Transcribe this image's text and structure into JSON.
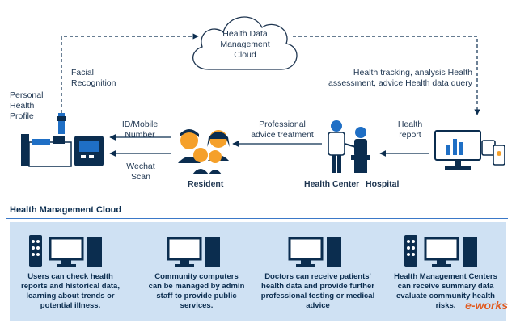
{
  "cloud": {
    "label": "Health Data\nManagement\nCloud"
  },
  "labels": {
    "facial": "Facial\nRecognition",
    "personal": "Personal\nHealth\nProfile",
    "tracking": "Health tracking, analysis Health\nassessment, advice Health data query",
    "id_mobile": "ID/Mobile\nNumber",
    "wechat": "Wechat\nScan",
    "professional": "Professional\nadvice treatment",
    "health_report": "Health\nreport",
    "resident": "Resident",
    "health_center": "Health Center",
    "hospital": "Hospital"
  },
  "section": {
    "title": "Health Management Cloud"
  },
  "cards": [
    {
      "text": "Users can check health\nreports and historical data,\nlearning about trends or\npotential illness."
    },
    {
      "text": "Community computers\ncan be managed by admin\nstaff to provide public\nservices."
    },
    {
      "text": "Doctors can receive patients'\nhealth data and provide further\nprofessional testing or medical\nadvice"
    },
    {
      "text": "Health Management Centers\ncan receive summary data\nevaluate community health\nrisks."
    }
  ],
  "watermark": "e-works",
  "colors": {
    "navy": "#0b2d4f",
    "accent": "#1f6fc5",
    "panel": "#cfe1f3",
    "skin": "#f5a02a"
  }
}
